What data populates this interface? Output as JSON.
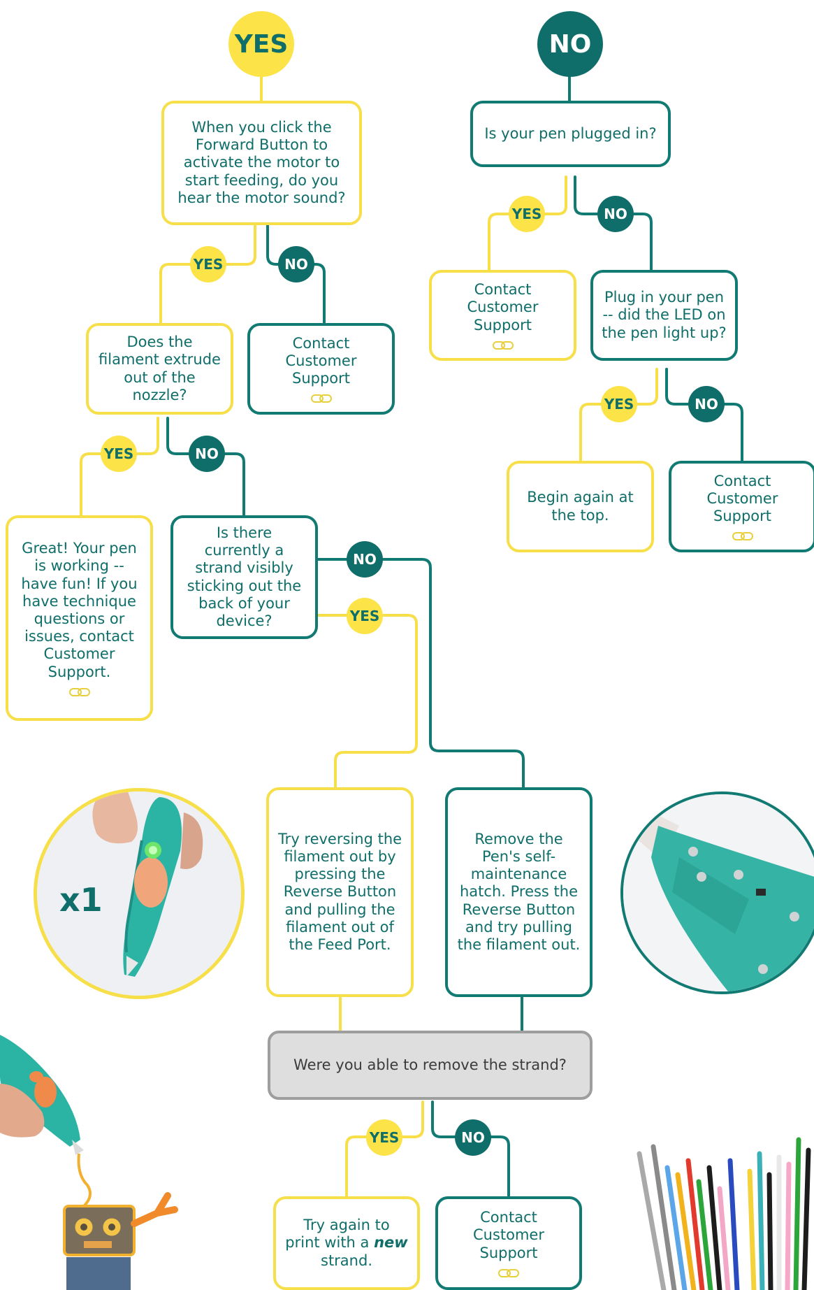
{
  "badges": {
    "top_yes": "YES",
    "top_no": "NO",
    "yes": "YES",
    "no": "NO"
  },
  "nodes": {
    "motor_question": "When you click the Forward Button to activate the motor to start feeding, do you hear the motor sound?",
    "plugged_question": "Is your pen plugged in?",
    "contact_support": "Contact Customer Support",
    "plug_in_question": "Plug in your pen -- did the LED on the pen light up?",
    "extrude_question": "Does the filament extrude out of the nozzle?",
    "begin_again": "Begin again at the top.",
    "great_working": "Great! Your pen is working -- have fun! If you have technique questions or issues, contact Customer Support.",
    "strand_question": "Is there currently a strand visibly sticking out the back of your device?",
    "reverse_filament": "Try reversing the filament out by pressing the Reverse Button and pulling the filament out of the Feed Port.",
    "remove_hatch": "Remove the Pen's self-maintenance hatch. Press the Reverse Button and try pulling the filament out.",
    "remove_question": "Were you able to remove the strand?",
    "try_again_pre": "Try again to print with a",
    "try_again_em": "new",
    "try_again_post": "strand."
  },
  "images": {
    "press_count": "x1"
  },
  "colors": {
    "yellow": "#f7df4a",
    "teal": "#117a72",
    "gray": "#9e9e9e"
  }
}
